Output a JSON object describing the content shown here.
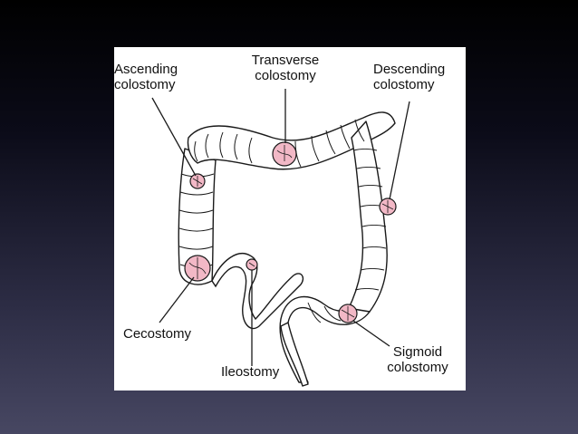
{
  "labels": {
    "ascending": "Ascending\ncolostomy",
    "transverse": "Transverse\ncolostomy",
    "descending": "Descending\ncolostomy",
    "cecostomy": "Cecostomy",
    "ileostomy": "Ileostomy",
    "sigmoid": "Sigmoid\ncolostomy"
  },
  "colors": {
    "stoma_fill": "#f2b8c6",
    "outline": "#1a1a1a"
  }
}
